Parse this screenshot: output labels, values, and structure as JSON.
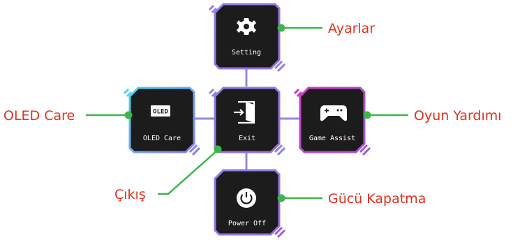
{
  "menu": {
    "tiles": {
      "setting": {
        "label": "Setting",
        "icon": "gear-icon"
      },
      "oled_care": {
        "label": "OLED Care",
        "icon": "oled-icon",
        "icon_text": "OLED"
      },
      "exit": {
        "label": "Exit",
        "icon": "exit-door-icon"
      },
      "game_assist": {
        "label": "Game Assist",
        "icon": "gamepad-icon"
      },
      "power_off": {
        "label": "Power Off",
        "icon": "power-icon"
      }
    }
  },
  "callouts": {
    "setting": "Ayarlar",
    "oled_care": "OLED Care",
    "exit": "Çıkış",
    "game_assist": "Oyun Yardımı",
    "power_off": "Gücü Kapatma"
  },
  "colors": {
    "tile_bg": "#1c1c1c",
    "frame_blue_purple": "#8b7fe8",
    "frame_cyan": "#4fc7e8",
    "frame_magenta": "#c73fc0",
    "connector": "#9b86e0",
    "callout_line": "#3db54a",
    "callout_text": "#e5311f"
  }
}
